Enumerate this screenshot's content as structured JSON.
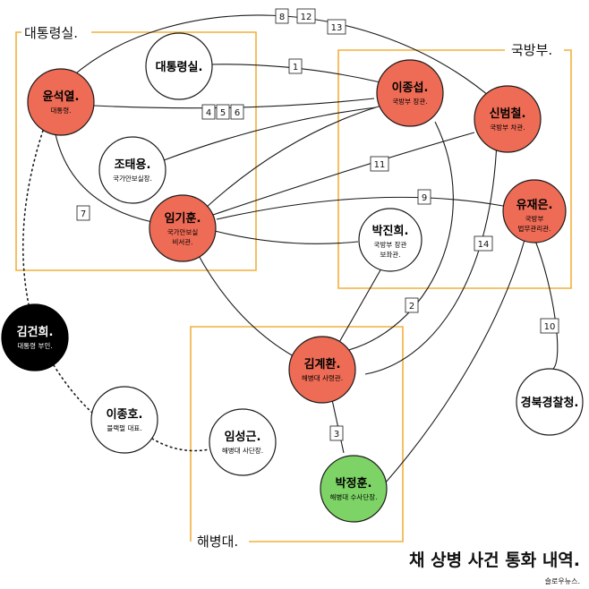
{
  "title": "채 상병 사건 통화 내역.",
  "credit": "슬로우뉴스.",
  "colors": {
    "group_border": "#f0b13d",
    "presidential": "#ee6b55",
    "highlight": "#7dd365",
    "first_lady": "#000000",
    "neutral": "#ffffff",
    "line": "#1a1a1a"
  },
  "groups": {
    "presidential_office": {
      "label": "대통령실."
    },
    "defense_ministry": {
      "label": "국방부."
    },
    "marine_corps": {
      "label": "해병대."
    }
  },
  "nodes": {
    "yoon": {
      "name": "윤석열.",
      "role": [
        "대통령."
      ]
    },
    "office": {
      "name": "대통령실.",
      "role": []
    },
    "cho": {
      "name": "조태용.",
      "role": [
        "국가안보실장."
      ]
    },
    "lim_kihun": {
      "name": "임기훈.",
      "role": [
        "국가안보실",
        "비서관."
      ]
    },
    "lee_jongsup": {
      "name": "이종섭.",
      "role": [
        "국방부 장관."
      ]
    },
    "shin": {
      "name": "신범철.",
      "role": [
        "국방부 차관."
      ]
    },
    "yoo": {
      "name": "유재은.",
      "role": [
        "국방부",
        "법무관리관."
      ]
    },
    "park_jinhee": {
      "name": "박진희.",
      "role": [
        "국방부 장관",
        "보좌관."
      ]
    },
    "kim_gyehwan": {
      "name": "김계환.",
      "role": [
        "해병대 사령관."
      ]
    },
    "park_junghun": {
      "name": "박정훈.",
      "role": [
        "해병대 수사단장."
      ]
    },
    "lim_sunggeun": {
      "name": "임성근.",
      "role": [
        "해병대 사단장."
      ]
    },
    "kim_keonhee": {
      "name": "김건희.",
      "role": [
        "대통령 부인."
      ]
    },
    "lee_jongho": {
      "name": "이종호.",
      "role": [
        "블랙펄 대표."
      ]
    },
    "police": {
      "name": "경북경찰청.",
      "role": []
    }
  },
  "call_labels": {
    "c1": "1",
    "c2": "2",
    "c3": "3",
    "c4": "4",
    "c5": "5",
    "c6": "6",
    "c7": "7",
    "c8": "8",
    "c9": "9",
    "c10": "10",
    "c11": "11",
    "c12": "12",
    "c13": "13",
    "c14": "14"
  }
}
